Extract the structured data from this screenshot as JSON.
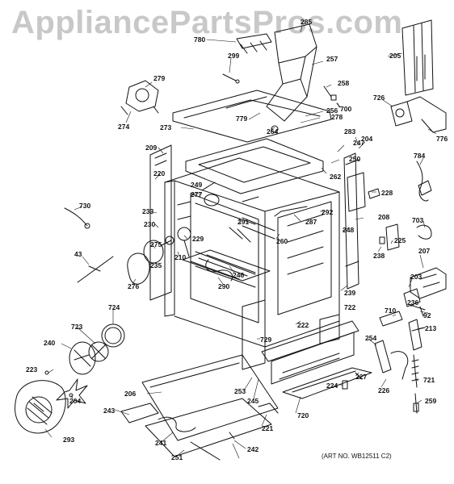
{
  "watermark": "AppliancePartsPros.com",
  "art_number": "(ART NO. WB12511 C2)",
  "callouts": [
    "780",
    "285",
    "299",
    "257",
    "205",
    "279",
    "258",
    "700",
    "726",
    "274",
    "273",
    "779",
    "264",
    "256",
    "278",
    "776",
    "209",
    "283",
    "204",
    "247",
    "784",
    "220",
    "249",
    "277",
    "250",
    "262",
    "228",
    "730",
    "233",
    "291",
    "292",
    "208",
    "703",
    "230",
    "287",
    "225",
    "275",
    "229",
    "260",
    "248",
    "43",
    "210",
    "238",
    "207",
    "276",
    "235",
    "246",
    "290",
    "239",
    "203",
    "724",
    "236",
    "92",
    "710",
    "723",
    "722",
    "240",
    "222",
    "254",
    "213",
    "729",
    "223",
    "227",
    "721",
    "204",
    "206",
    "253",
    "245",
    "224",
    "226",
    "259",
    "243",
    "720",
    "293",
    "221",
    "241",
    "242",
    "251"
  ],
  "colors": {
    "line": "#111111",
    "watermark": "#c8c8c8",
    "background": "#ffffff"
  }
}
